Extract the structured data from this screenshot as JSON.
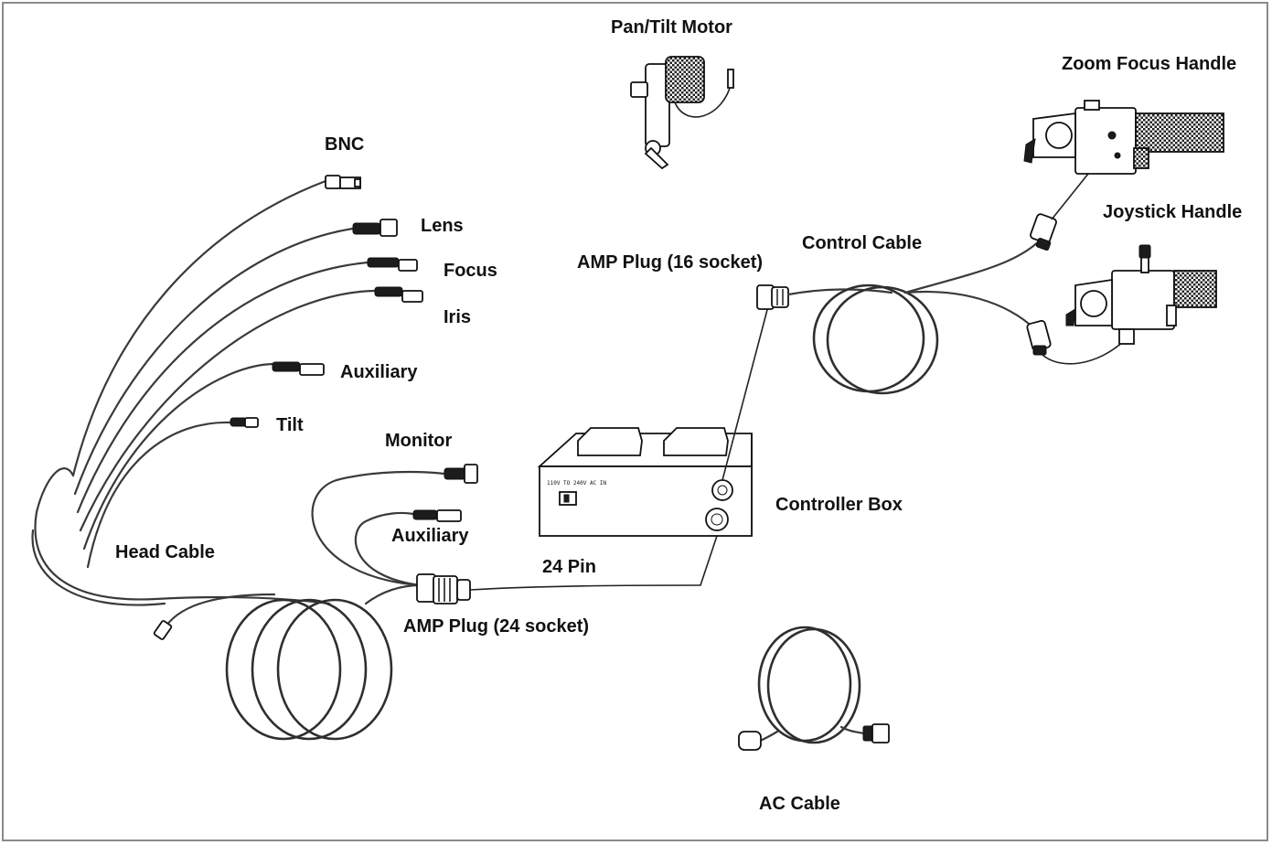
{
  "labels": {
    "pan_tilt_motor": "Pan/Tilt Motor",
    "zoom_focus_handle": "Zoom Focus Handle",
    "joystick_handle": "Joystick Handle",
    "bnc": "BNC",
    "lens": "Lens",
    "focus": "Focus",
    "iris": "Iris",
    "auxiliary_top": "Auxiliary",
    "tilt": "Tilt",
    "monitor": "Monitor",
    "auxiliary_bottom": "Auxiliary",
    "head_cable": "Head Cable",
    "amp_plug_24": "AMP Plug (24 socket)",
    "pin_24": "24 Pin",
    "controller_box": "Controller Box",
    "amp_plug_16": "AMP Plug (16 socket)",
    "control_cable": "Control Cable",
    "ac_cable": "AC Cable"
  },
  "controller_panel_text": "110V TO 240V AC IN",
  "icons": {
    "pan_tilt_motor": "pan-tilt-motor-icon",
    "zoom_focus_handle": "zoom-focus-handle-icon",
    "joystick_handle": "joystick-handle-icon",
    "controller_box": "controller-box-icon",
    "head_cable_coil": "head-cable-coil-icon",
    "control_cable_coil": "control-cable-coil-icon",
    "ac_cable_coil": "ac-cable-coil-icon"
  },
  "colors": {
    "border": "#8a8a8a",
    "line": "#2f2f2f",
    "label": "#111111",
    "background": "#ffffff"
  }
}
